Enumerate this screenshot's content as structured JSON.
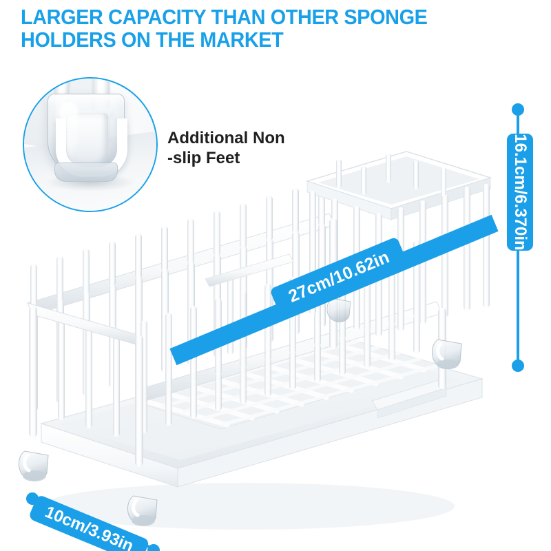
{
  "headline": {
    "text": "LARGER CAPACITY THAN OTHER SPONGE\nHOLDERS ON THE MARKET",
    "color": "#18a0e8"
  },
  "inset": {
    "caption": "Additional Non\n-slip Feet",
    "border_color": "#18a0e8",
    "subject": "transparent non-slip rubber foot close-up"
  },
  "product": {
    "name": "white two-tier sponge holder rack with drainage tray",
    "body_color": "#ffffff",
    "shade_color": "#e6ebef"
  },
  "dimensions": {
    "width_label": "27cm/10.62in",
    "height_label": "16.1cm/6.370in",
    "depth_label": "10cm/3.93in",
    "accent_color": "#1a9fe8"
  }
}
